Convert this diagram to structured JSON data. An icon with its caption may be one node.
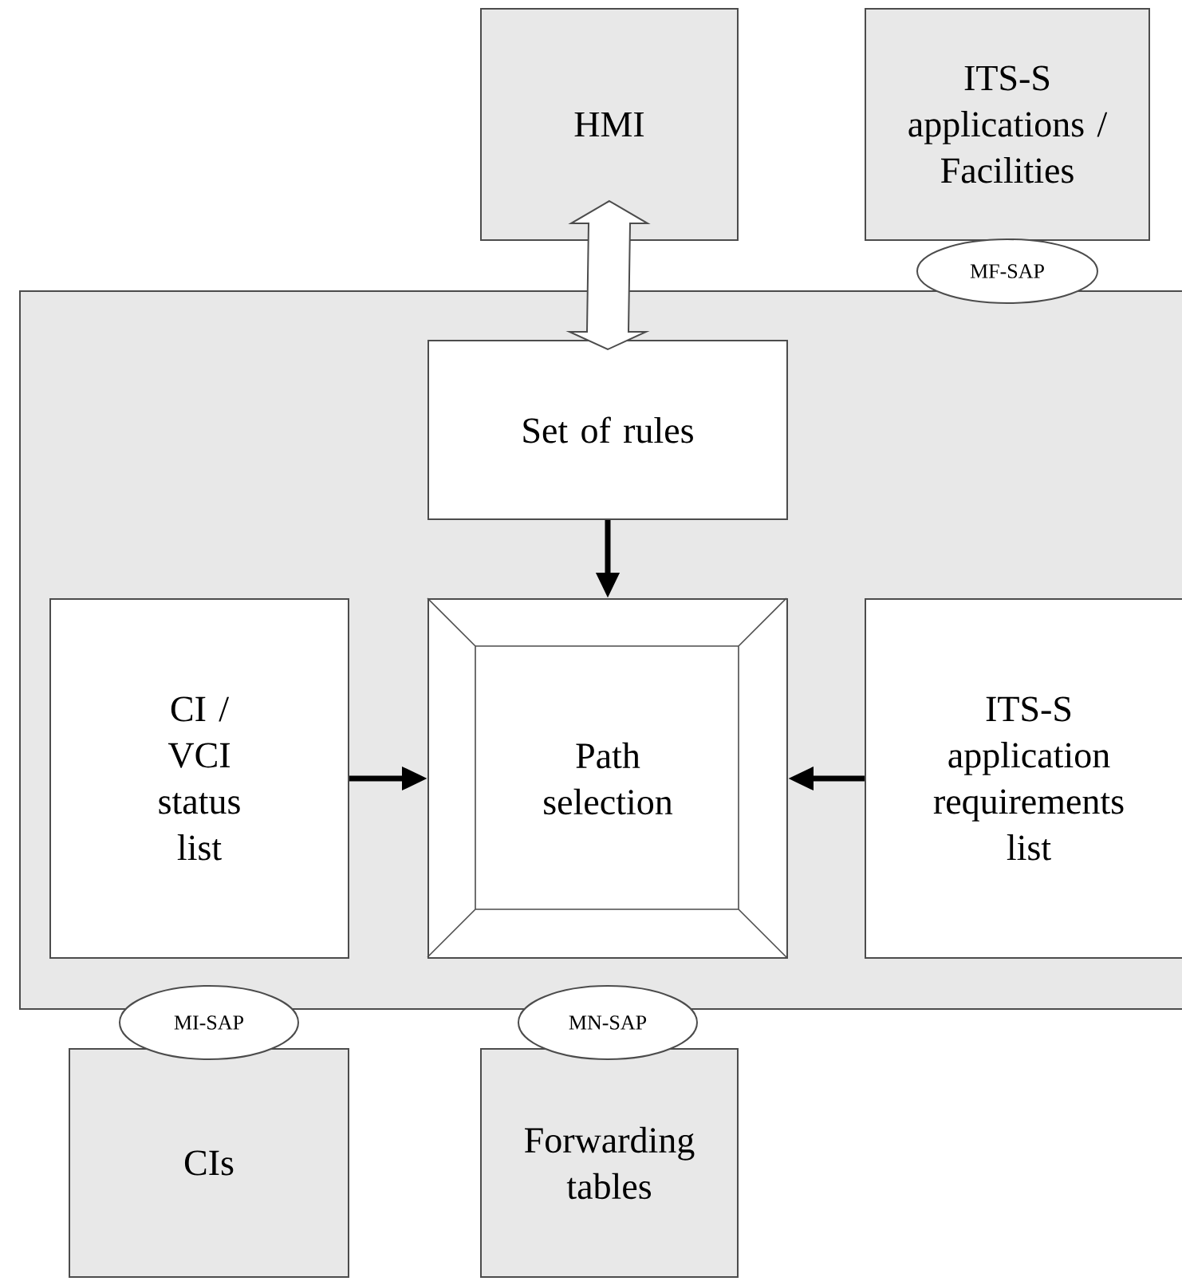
{
  "diagram": {
    "nodes": [
      {
        "text": [
          "HMI"
        ]
      },
      {
        "text": [
          "ITS-S applications / Facilities"
        ]
      },
      {
        "text": [],
        "shape": "box"
      },
      {
        "text": [
          "Set of rules"
        ],
        "in": 2
      },
      {
        "text": [
          "CI / VCI status list"
        ],
        "in": 2
      },
      {
        "text": [
          "Path selection"
        ],
        "in": 2
      },
      {
        "text": [
          "ITS-S application requirements list"
        ],
        "in": 2
      },
      {
        "text": [
          "MF-SAP"
        ]
      },
      {
        "text": [
          "MI-SAP"
        ]
      },
      {
        "text": [
          "MN-SAP"
        ]
      },
      {
        "text": [
          "CIs"
        ]
      },
      {
        "text": [
          "Forwarding tables"
        ]
      }
    ],
    "edges": [
      {
        "from": 0,
        "to": 3,
        "arrow": "both"
      },
      {
        "from": 3,
        "to": 5,
        "arrow": "to"
      },
      {
        "from": 4,
        "to": 5,
        "arrow": "to"
      },
      {
        "from": 6,
        "to": 5,
        "arrow": "to"
      }
    ]
  }
}
